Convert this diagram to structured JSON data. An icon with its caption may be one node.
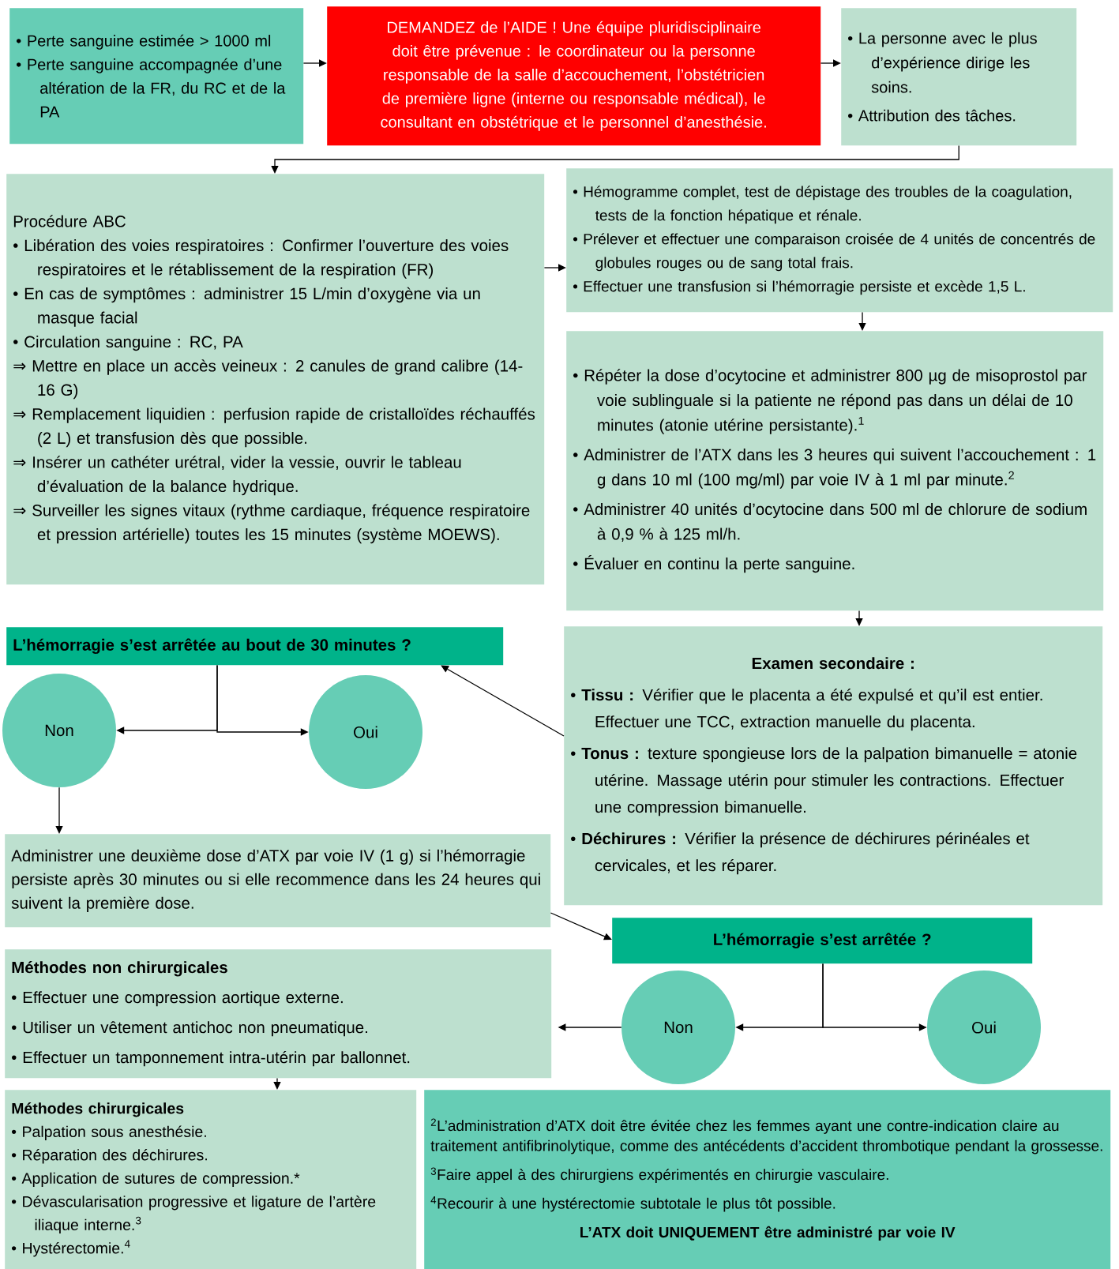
{
  "diagram": {
    "nodes": [
      {
        "text": [
          "• Perte sanguine estimée > 1000 ml",
          "• Perte sanguine accompagnée d’une altération de la FR, du RC et de la PA"
        ]
      },
      {
        "text": [
          "DEMANDEZ de l’AIDE ! Une équipe pluridisciplinaire doit être prévenue : le coordinateur ou la personne responsable de la salle d’accouchement, l’obstétricien de première ligne (interne ou responsable médical), le consultant en obstétrique et le personnel d’anesthésie."
        ]
      },
      {
        "text": [
          "• La personne avec le plus d’expérience dirige les soins.",
          "• Attribution des tâches."
        ]
      },
      {
        "text": [
          "Procédure ABC",
          "• Libération des voies respiratoires : Confirmer l’ouverture des voies respiratoires et le rétablissement de la respiration (FR)",
          "• En cas de symptômes : administrer 15 L/min d’oxygène via un masque facial",
          "• Circulation sanguine : RC, PA",
          "⇒ Mettre en place un accès veineux : 2 canules de grand calibre (14-16 G)",
          "⇒ Remplacement liquidien : perfusion rapide de cristalloïdes réchauffés (2 L) et transfusion dès que possible.",
          "⇒ Insérer un cathéter urétral, vider la vessie, ouvrir le tableau d’évaluation de la balance hydrique.",
          "⇒ Surveiller les signes vitaux (rythme cardiaque, fréquence respiratoire et pression artérielle) toutes les 15 minutes (système MOEWS)."
        ]
      },
      {
        "text": [
          "• Hémogramme complet, test de dépistage des troubles de la coagulation, tests de la fonction hépatique et rénale.",
          "• Prélever et effectuer une comparaison croisée de 4 unités de concentrés de globules rouges ou de sang total frais.",
          "• Effectuer une transfusion si l’hémorragie persiste et excède 1,5 L."
        ]
      },
      {
        "text": [
          "• Répéter la dose d’ocytocine et administrer 800 µg de misoprostol par voie sublinguale si la patiente ne répond pas dans un délai de 10 minutes (atonie utérine persistante).$^{1}$",
          "• Administrer de l’ATX dans les 3 heures qui suivent l’accouchement : 1 g dans 10 ml (100 mg/ml) par voie IV à 1 ml par minute.$^{2}$",
          "• Administrer 40 unités d’ocytocine dans 500 ml de chlorure de sodium à 0,9 % à 125 ml/h.",
          "• Évaluer en continu la perte sanguine."
        ]
      },
      {
        "text": [
          "L’hémorragie s’est arrêtée au bout de 30 minutes ?"
        ]
      },
      {
        "text": [
          "Non"
        ]
      },
      {
        "text": [
          "Oui"
        ]
      },
      {
        "text": [
          "Examen secondaire :",
          "• **Tissu :** Vérifier que le placenta a été expulsé et qu’il est entier. Effectuer une TCC, extraction manuelle du placenta.",
          "• **Tonus :** texture spongieuse lors de la palpation bimanuelle = atonie utérine. Massage utérin pour stimuler les contractions. Effectuer une compression bimanuelle.",
          "• **Déchirures :** Vérifier la présence de déchirures périnéales et cervicales, et les réparer."
        ]
      },
      {
        "text": [
          "Administrer une deuxième dose d’ATX par voie IV (1 g) si l’hémorragie persiste après 30 minutes ou si elle recommence dans les 24 heures qui suivent la première dose."
        ]
      },
      {
        "text": [
          "L’hémorragie s’est arrêtée ?"
        ]
      },
      {
        "text": [
          "Non"
        ]
      },
      {
        "text": [
          "Oui"
        ]
      },
      {
        "text": [
          "Méthodes non chirurgicales",
          "• Effectuer une compression aortique externe.",
          "• Utiliser un vêtement antichoc non pneumatique.",
          "• Effectuer un tamponnement intra-utérin par ballonnet."
        ]
      },
      {
        "text": [
          "Méthodes chirurgicales",
          "• Palpation sous anesthésie.",
          "• Réparation des déchirures.",
          "• Application de sutures de compression.*",
          "• Dévascularisation progressive et ligature de l’artère iliaque interne.$^{3}$",
          "• Hystérectomie.$^{4}$"
        ]
      },
      {
        "text": [
          "$^{2}$L’administration d’ATX doit être évitée chez les femmes ayant une contre-indication claire au traitement antifibrinolytique, comme des antécédents d’accident thrombotique pendant la grossesse.",
          "$^{3}$Faire appel à des chirurgiens expérimentés en chirurgie vasculaire.",
          "$^{4}$Recourir à une hystérectomie subtotale le plus tôt possible.",
          "L’ATX doit UNIQUEMENT être administré par voie IV"
        ]
      }
    ],
    "edges": [
      {
        "from": 0,
        "to": 1,
        "arrow": "to"
      },
      {
        "from": 1,
        "to": 2,
        "arrow": "to"
      },
      {
        "from": 2,
        "to": 3,
        "arrow": "to"
      },
      {
        "from": 3,
        "to": 4,
        "arrow": "to"
      },
      {
        "from": 4,
        "to": 5,
        "arrow": "to"
      },
      {
        "from": 5,
        "to": 9,
        "arrow": "to"
      },
      {
        "from": 9,
        "to": 6,
        "arrow": "to"
      },
      {
        "from": 6,
        "to": 7,
        "arrow": "to"
      },
      {
        "from": 6,
        "to": 8,
        "arrow": "to"
      },
      {
        "from": 7,
        "to": 10,
        "arrow": "to"
      },
      {
        "from": 10,
        "to": 11,
        "arrow": "to"
      },
      {
        "from": 11,
        "to": 12,
        "arrow": "to"
      },
      {
        "from": 11,
        "to": 13,
        "arrow": "to"
      },
      {
        "from": 12,
        "to": 14,
        "arrow": "to"
      },
      {
        "from": 14,
        "to": 15,
        "arrow": "to"
      }
    ]
  }
}
